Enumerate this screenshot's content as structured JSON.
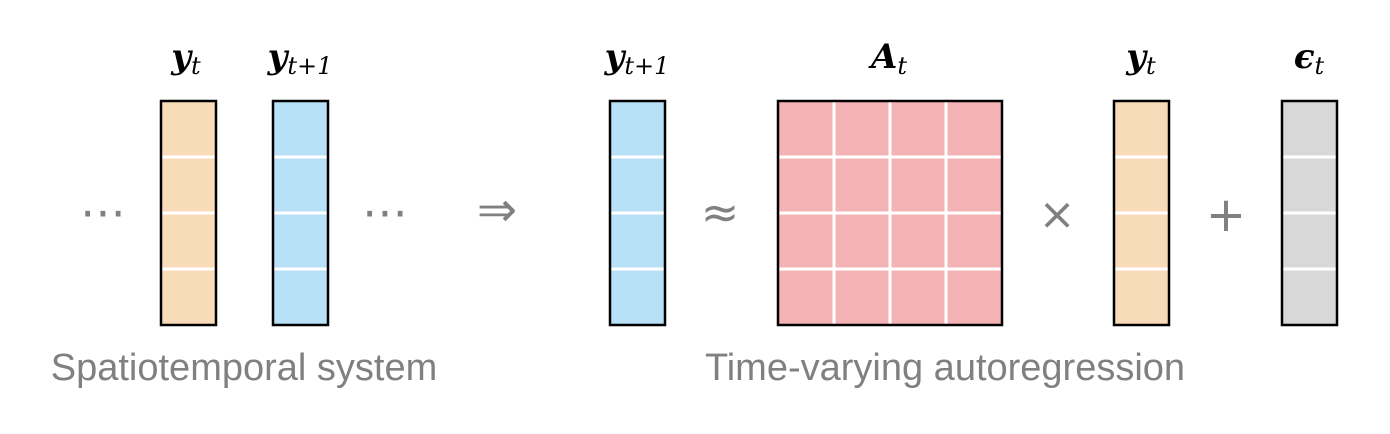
{
  "labels": {
    "left_y_t": {
      "base": "y",
      "sub": "t"
    },
    "left_y_t1": {
      "base": "y",
      "sub": "t+1"
    },
    "right_y_t1": {
      "base": "y",
      "sub": "t+1"
    },
    "A_t": {
      "base": "A",
      "sub": "t"
    },
    "right_y_t": {
      "base": "y",
      "sub": "t"
    },
    "eps_t": {
      "base": "ϵ",
      "sub": "t"
    }
  },
  "symbols": {
    "ellipsis": "⋯",
    "implies": "⇒",
    "approx": "≈",
    "times": "×",
    "plus": "+"
  },
  "captions": {
    "left": "Spatiotemporal system",
    "right": "Time-varying autoregression"
  },
  "colors": {
    "orange": "#f8dbb8",
    "blue": "#b8e0f6",
    "red": "#f4b4b5",
    "gray": "#d8d8d8",
    "operator": "#808080"
  },
  "structure": {
    "vector_cells": 4,
    "matrix_rows": 4,
    "matrix_cols": 4
  }
}
